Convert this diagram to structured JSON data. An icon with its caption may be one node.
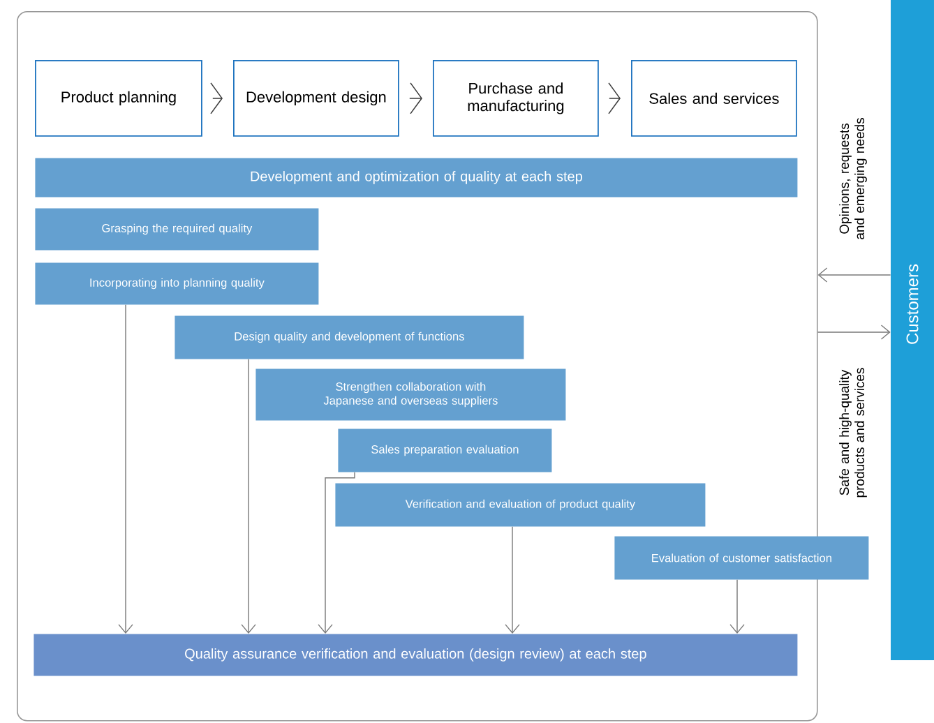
{
  "diagram": {
    "nodes": [
      {
        "text": [],
        "shape": "box"
      },
      {
        "text": [
          "Product planning"
        ],
        "in": 0
      },
      {
        "text": [
          "Development design"
        ],
        "in": 0
      },
      {
        "text": [
          "Purchase and manufacturing"
        ],
        "in": 0
      },
      {
        "text": [
          "Sales and services"
        ],
        "in": 0
      },
      {
        "text": [
          "Development and optimization of quality at each step"
        ],
        "in": 0
      },
      {
        "text": [
          "Grasping the required quality"
        ],
        "in": 0
      },
      {
        "text": [
          "Incorporating into planning quality"
        ],
        "in": 0
      },
      {
        "text": [
          "Design quality and development of functions"
        ],
        "in": 0
      },
      {
        "text": [
          "Strengthen collaboration with Japanese and overseas suppliers"
        ],
        "in": 0
      },
      {
        "text": [
          "Sales preparation evaluation"
        ],
        "in": 0
      },
      {
        "text": [
          "Verification and evaluation of product quality"
        ],
        "in": 0
      },
      {
        "text": [
          "Evaluation of customer satisfaction"
        ]
      },
      {
        "text": [
          "Quality assurance verification and evaluation (design review) at each step"
        ],
        "in": 0
      },
      {
        "text": [
          "Customers"
        ]
      }
    ],
    "edges": [
      {
        "from": 1,
        "to": 2,
        "arrow": "to"
      },
      {
        "from": 2,
        "to": 3,
        "arrow": "to"
      },
      {
        "from": 3,
        "to": 4,
        "arrow": "to"
      },
      {
        "from": 7,
        "to": 13,
        "arrow": "to"
      },
      {
        "from": 8,
        "to": 13,
        "arrow": "to"
      },
      {
        "from": 10,
        "to": 13,
        "arrow": "to"
      },
      {
        "from": 11,
        "to": 13,
        "arrow": "to"
      },
      {
        "from": 12,
        "to": 13,
        "arrow": "to"
      },
      {
        "from": 14,
        "to": 0,
        "arrow": "to",
        "label": "Opinions, requests and emerging needs"
      },
      {
        "from": 0,
        "to": 14,
        "arrow": "to",
        "label": "Safe and high-quality products and services"
      }
    ]
  }
}
